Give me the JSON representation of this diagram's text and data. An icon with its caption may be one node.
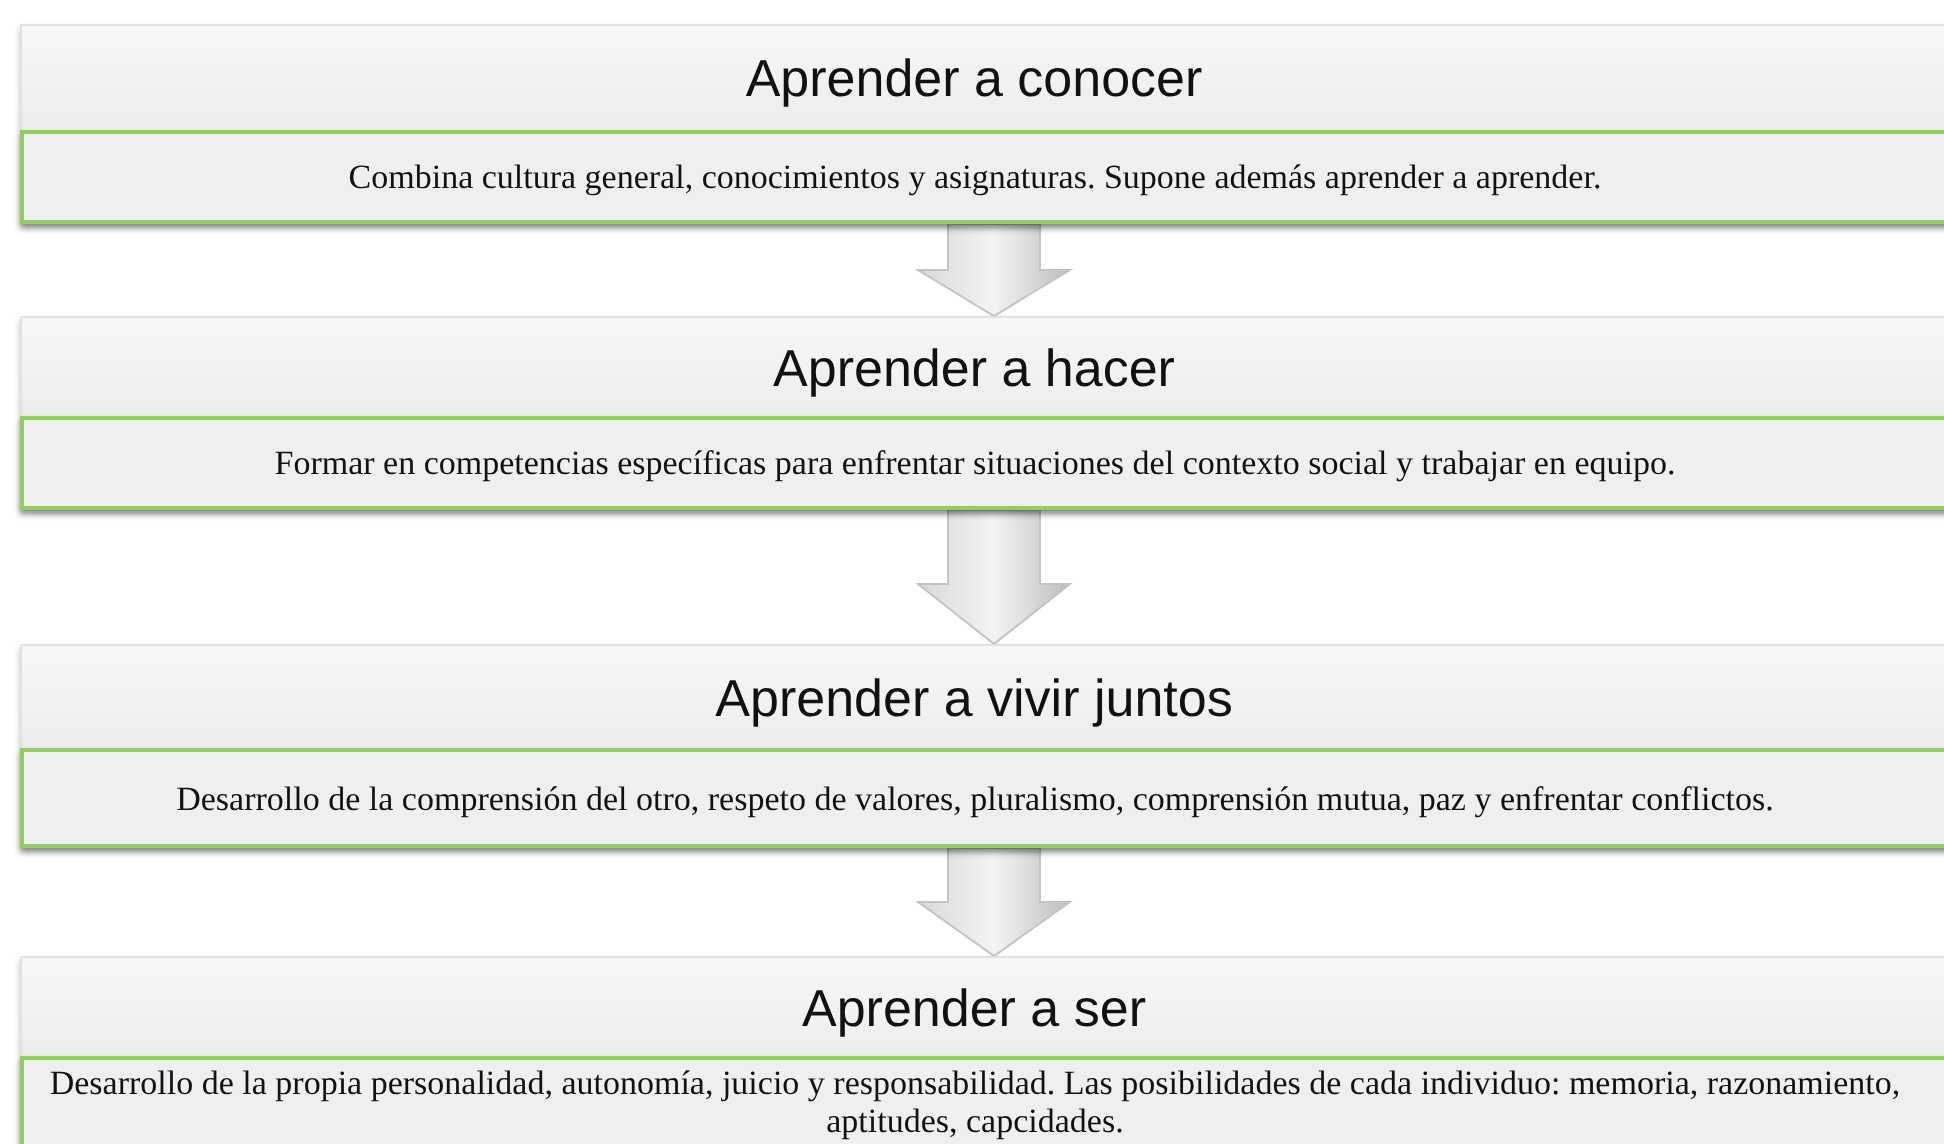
{
  "diagram": {
    "nodes": [
      {
        "text": [
          "Aprender a conocer"
        ]
      },
      {
        "text": [
          "Combina cultura general, conocimientos y asignaturas. Supone además aprender a aprender."
        ],
        "in": 0
      },
      {
        "text": [
          "Aprender a hacer"
        ]
      },
      {
        "text": [
          "Formar en competencias específicas para enfrentar situaciones del contexto social y trabajar en equipo."
        ],
        "in": 2
      },
      {
        "text": [
          "Aprender a vivir juntos"
        ]
      },
      {
        "text": [
          "Desarrollo de la comprensión del otro, respeto de valores, pluralismo, comprensión mutua, paz y enfrentar conflictos."
        ],
        "in": 4
      },
      {
        "text": [
          "Aprender a ser"
        ]
      },
      {
        "text": [
          "Desarrollo de la propia personalidad, autonomía, juicio y responsabilidad.  Las posibilidades de cada individuo: memoria, razonamiento, aptitudes, capcidades."
        ],
        "in": 6
      }
    ],
    "edges": [
      {
        "from": 0,
        "to": 2,
        "arrow": "to",
        "style": "thick",
        "color": "#c4c4c4"
      },
      {
        "from": 2,
        "to": 4,
        "arrow": "to",
        "style": "thick",
        "color": "#c4c4c4"
      },
      {
        "from": 4,
        "to": 6,
        "arrow": "to",
        "style": "thick",
        "color": "#c4c4c4"
      }
    ]
  }
}
